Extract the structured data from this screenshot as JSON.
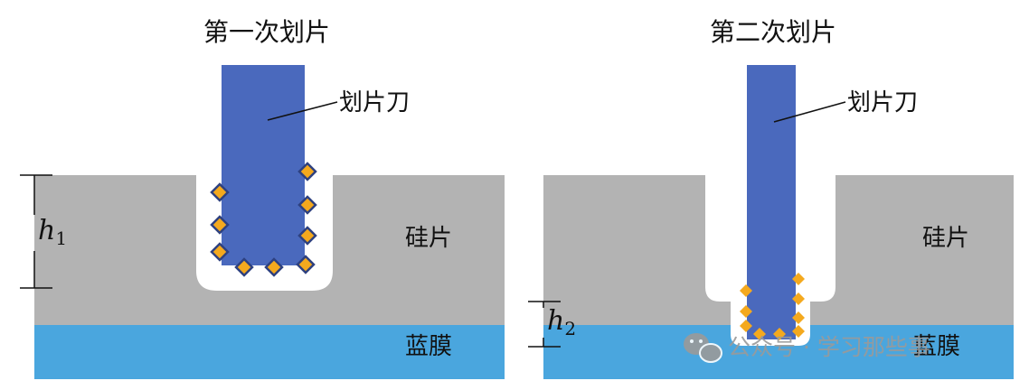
{
  "left_panel": {
    "title": "第一次划片",
    "blade_label": "划片刀",
    "wafer_label": "硅片",
    "film_label": "蓝膜",
    "depth_label": "h",
    "depth_sub": "1"
  },
  "right_panel": {
    "title": "第二次划片",
    "blade_label": "划片刀",
    "wafer_label": "硅片",
    "film_label": "蓝膜",
    "depth_label": "h",
    "depth_sub": "2"
  },
  "watermark": "公众号 · 学习那些事",
  "colors": {
    "wafer": "#b3b3b3",
    "film": "#4aa6de",
    "blade": "#4a69bd",
    "particle": "#f4a91e",
    "particle_outline": "#2e4180"
  }
}
